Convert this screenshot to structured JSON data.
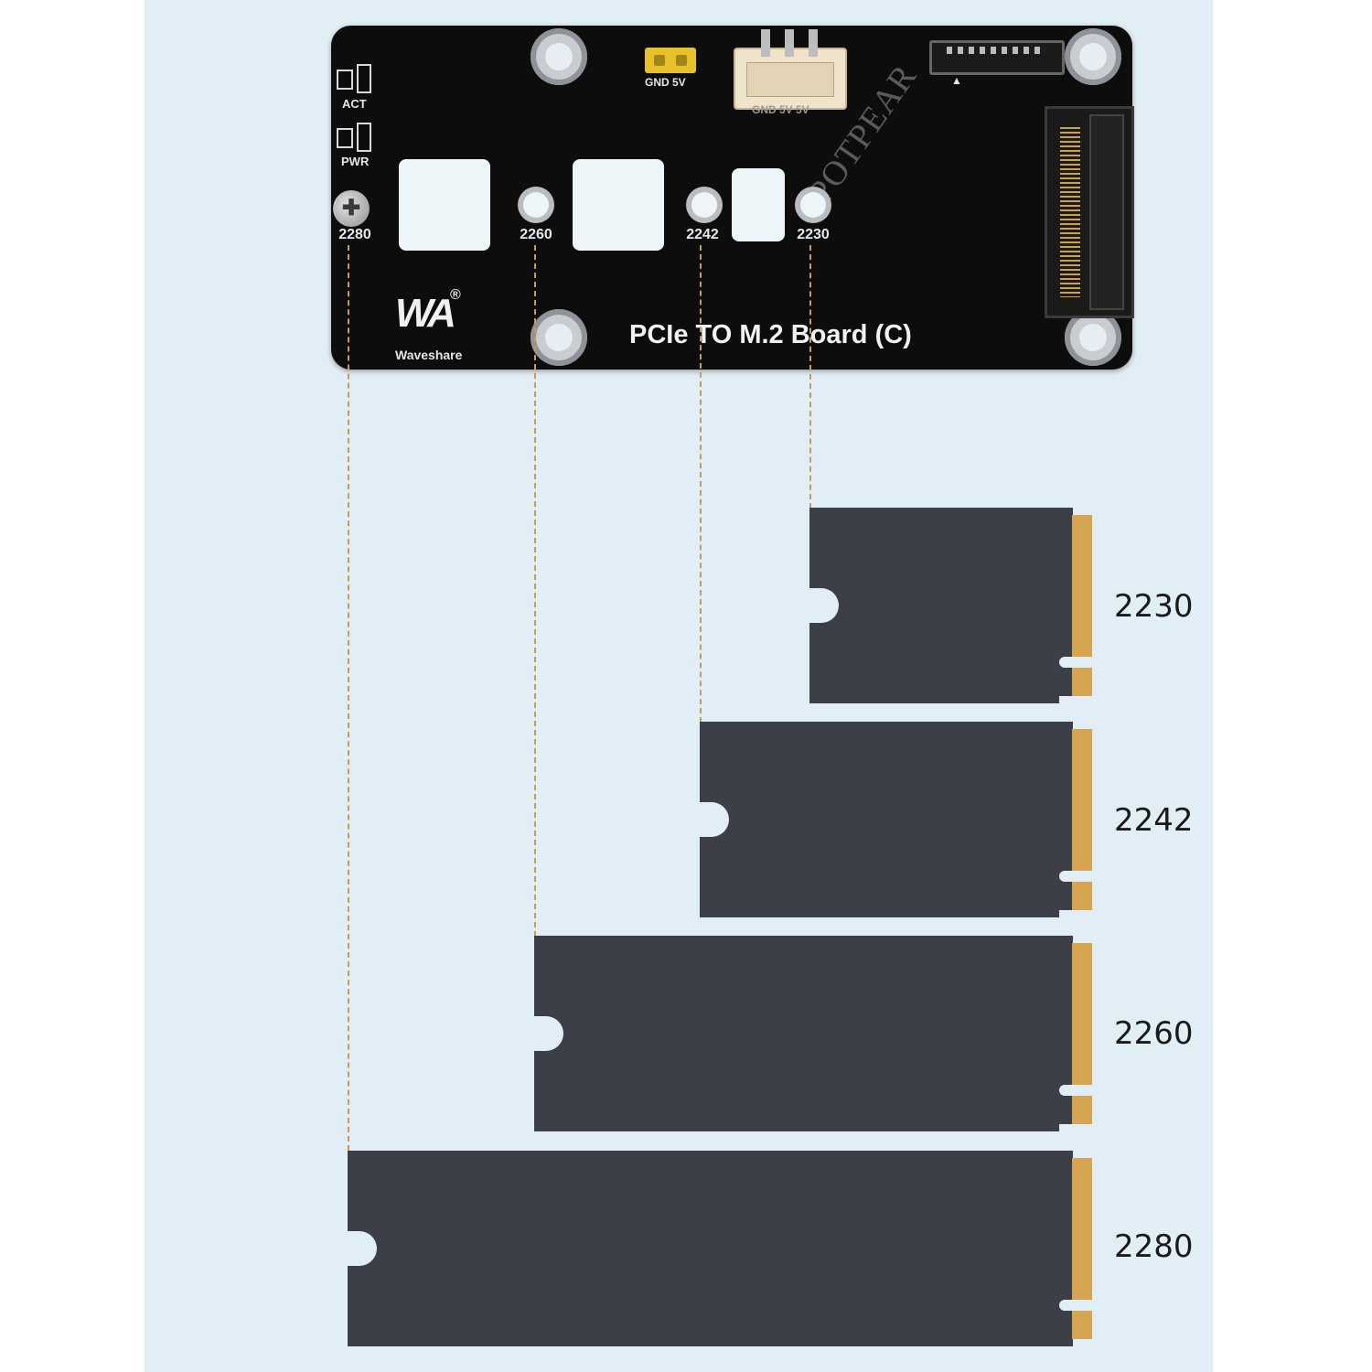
{
  "board": {
    "title": "PCIe TO M.2 Board (C)",
    "brand": "Waveshare",
    "logo_text": "WA",
    "registered_mark": "®",
    "watermark": "SPOTPEAR",
    "led_labels": [
      "ACT",
      "PWR"
    ],
    "jumper_label": "GND 5V",
    "fan_label": "GND 5V 5V",
    "hole_labels": [
      "2280",
      "2260",
      "2242",
      "2230"
    ]
  },
  "ssd_sizes": [
    {
      "label": "2230"
    },
    {
      "label": "2242"
    },
    {
      "label": "2260"
    },
    {
      "label": "2280"
    }
  ],
  "colors": {
    "background": "#e2eef5",
    "board": "#0d0d0d",
    "ssd_card": "#3c3f47",
    "gold_contacts": "#d6a552",
    "guide_lines": "#c79b5a"
  }
}
